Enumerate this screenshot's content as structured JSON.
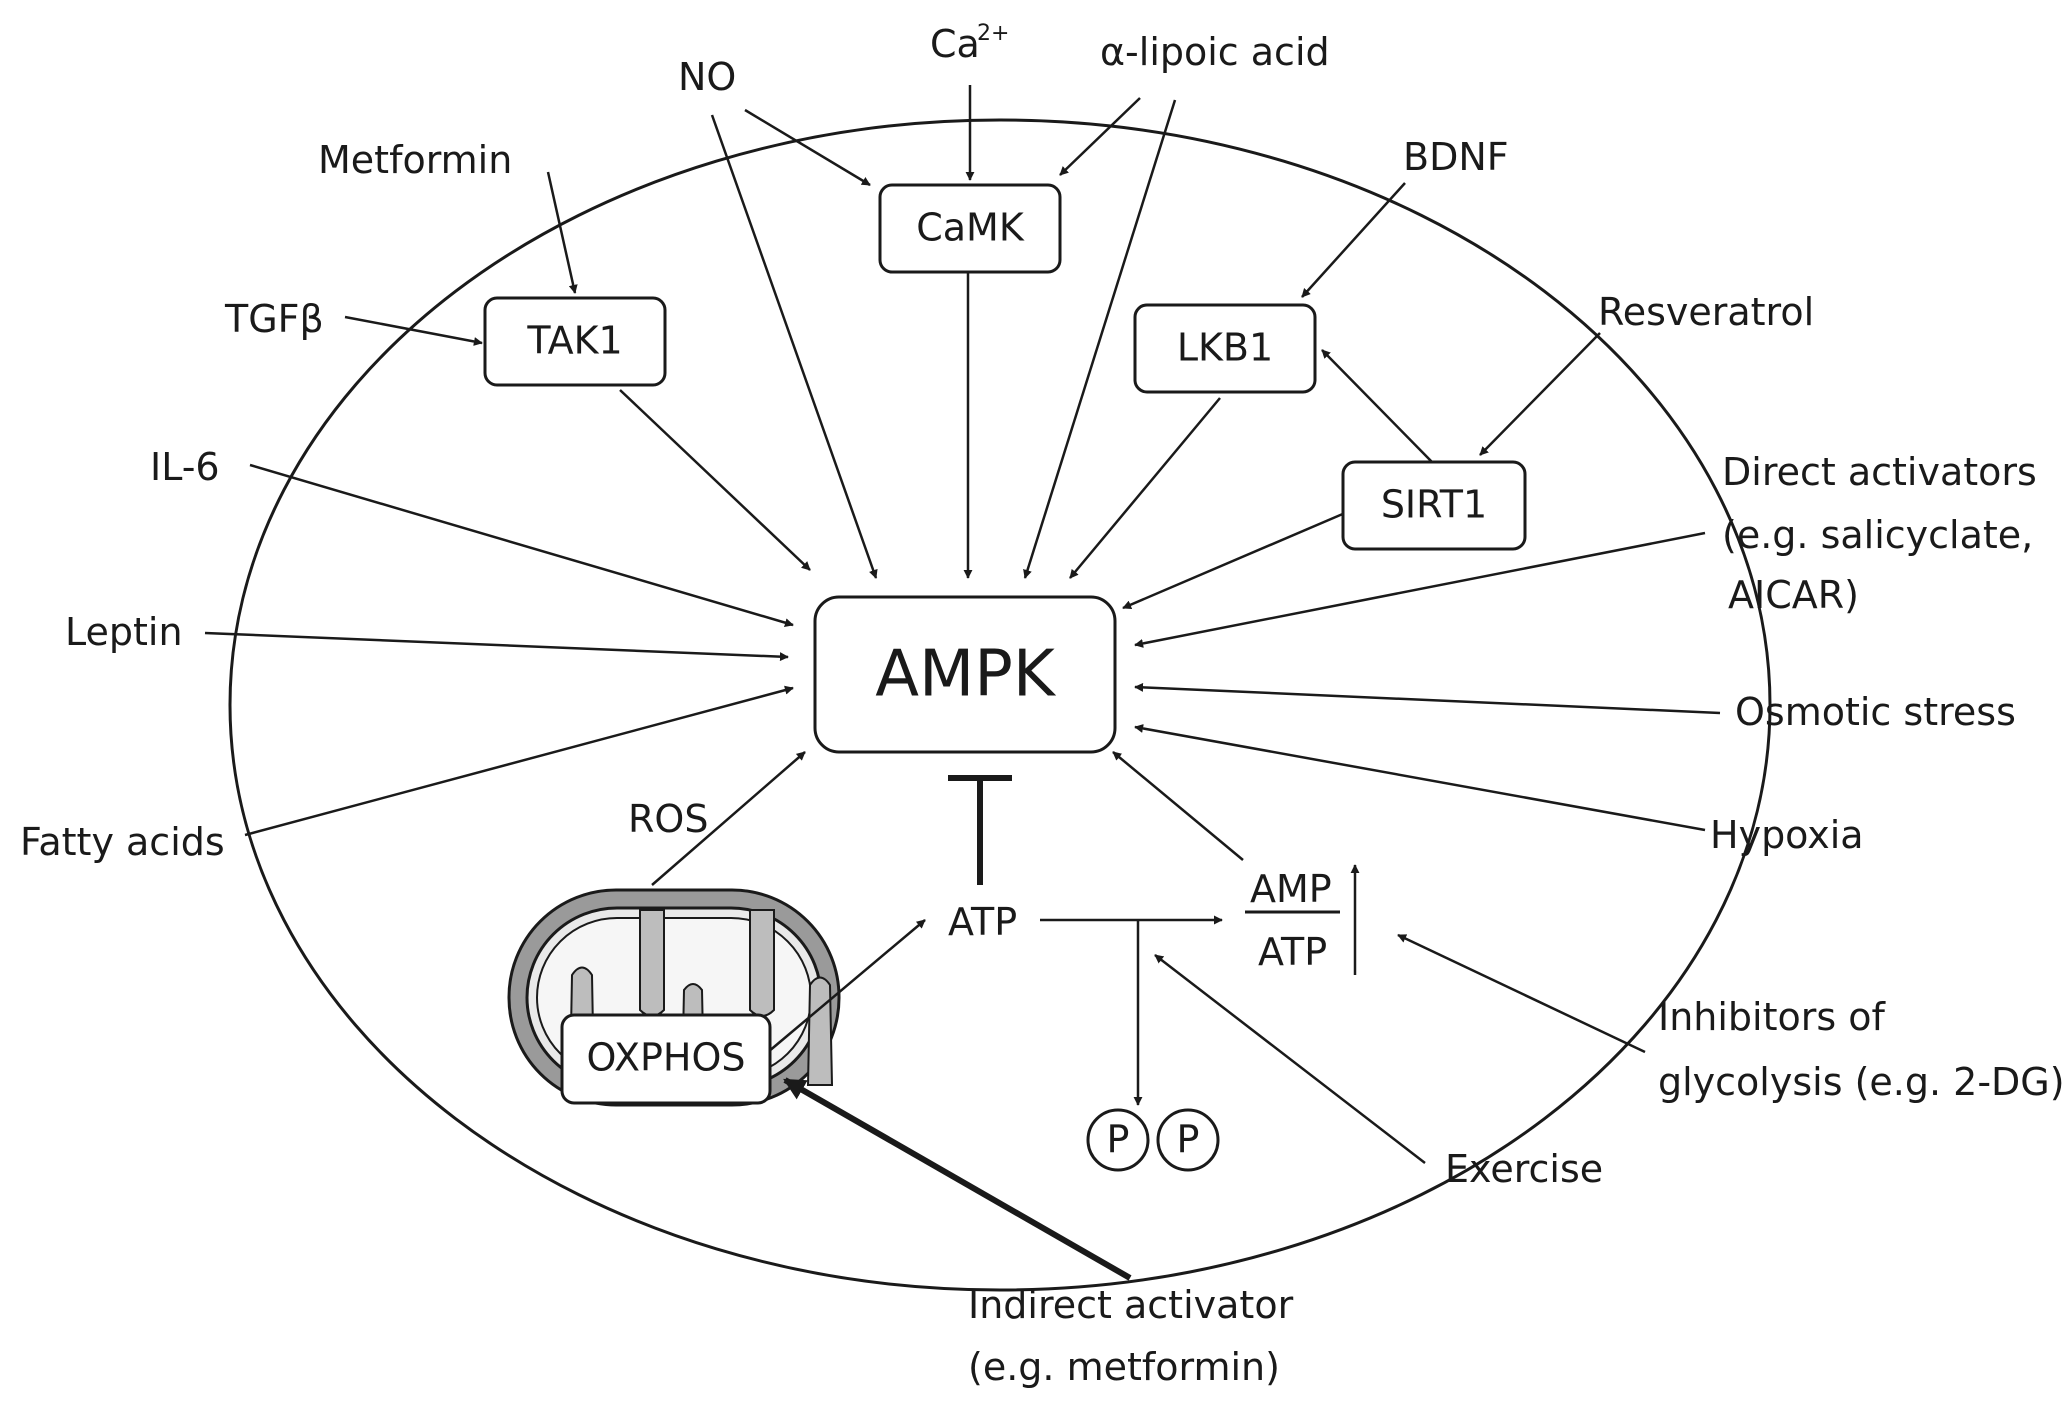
{
  "nodes": {
    "ampk": "AMPK",
    "camk": "CaMK",
    "tak1": "TAK1",
    "lkb1": "LKB1",
    "sirt1": "SIRT1",
    "oxphos": "OXPHOS",
    "p1": "P",
    "p2": "P"
  },
  "labels": {
    "no": "NO",
    "ca": "Ca",
    "ca_sup": "2+",
    "lipoic": "α-lipoic acid",
    "metformin": "Metformin",
    "bdnf": "BDNF",
    "tgfb": "TGFβ",
    "resveratrol": "Resveratrol",
    "il6": "IL-6",
    "direct_1": "Direct activators",
    "direct_2": "(e.g. salicyclate,",
    "direct_3": "AICAR)",
    "leptin": "Leptin",
    "osmotic": "Osmotic stress",
    "fatty": "Fatty acids",
    "ros": "ROS",
    "hypoxia": "Hypoxia",
    "atp": "ATP",
    "ratio_top": "AMP",
    "ratio_bottom": "ATP",
    "inhib_1": "Inhibitors of",
    "inhib_2": "glycolysis (e.g. 2-DG)",
    "exercise": "Exercise",
    "indirect_1": "Indirect activator",
    "indirect_2": "(e.g. metformin)"
  }
}
